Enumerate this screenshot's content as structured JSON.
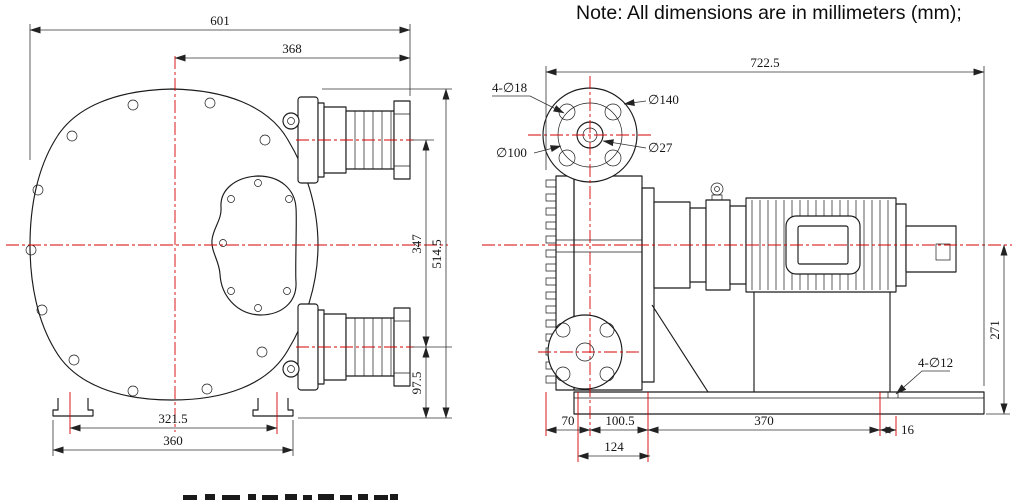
{
  "note": "Note: All dimensions are in millimeters (mm);",
  "front_view": {
    "dim_width_overall": "601",
    "dim_width_port": "368",
    "dim_port_spacing": "347",
    "dim_height_overall": "514.5",
    "dim_port_to_base": "97.5",
    "dim_feet_inner": "321.5",
    "dim_feet_outer": "360"
  },
  "side_view": {
    "dim_length_overall": "722.5",
    "label_flange_holes": "4-∅18",
    "label_flange_od": "∅140",
    "label_flange_bcd": "∅100",
    "label_flange_bore": "∅27",
    "dim_height_base": "271",
    "label_base_holes": "4-∅12",
    "dim_base_a": "70",
    "dim_base_b": "100.5",
    "dim_base_c": "370",
    "dim_base_d": "16",
    "dim_base_e": "124"
  }
}
